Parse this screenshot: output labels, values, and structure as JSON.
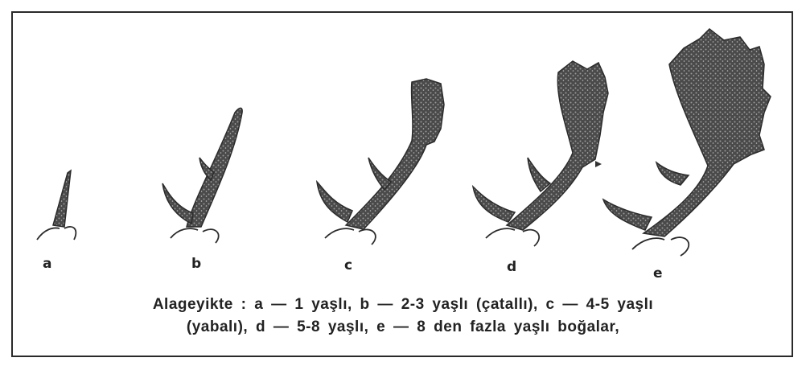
{
  "figure": {
    "labels": {
      "a": "a",
      "b": "b",
      "c": "c",
      "d": "d",
      "e": "e"
    },
    "caption": {
      "line1": "Alageyikte : a — 1 yaşlı, b — 2-3 yaşlı (çatallı), c — 4-5 yaşlı",
      "line2": "(yabalı), d — 5-8 yaşlı, e — 8 den fazla yaşlı boğalar,"
    },
    "colors": {
      "ink": "#2b2b2b",
      "stipple": "#6b6b6b"
    }
  }
}
